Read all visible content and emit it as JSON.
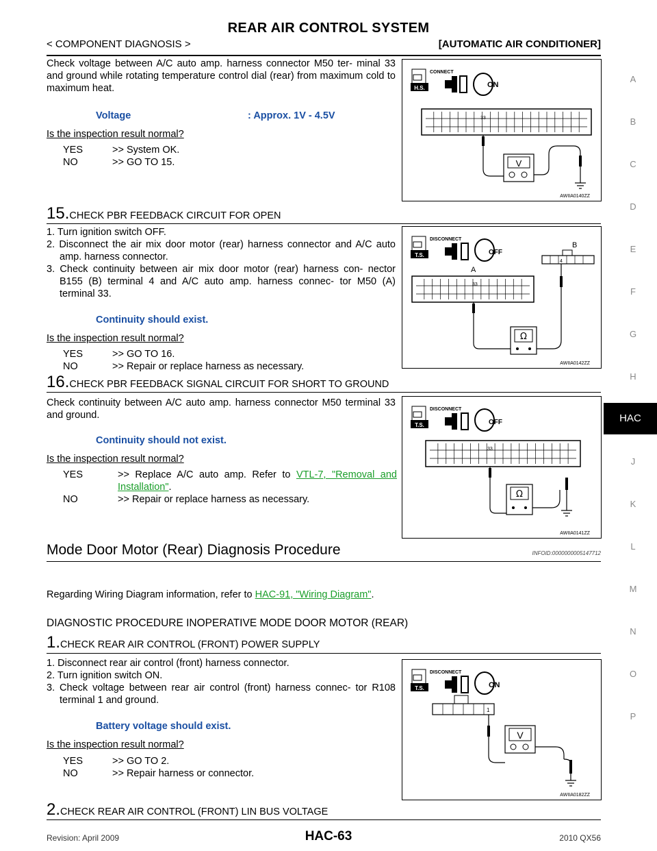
{
  "header": {
    "title": "REAR AIR CONTROL SYSTEM",
    "left": "< COMPONENT DIAGNOSIS >",
    "right": "[AUTOMATIC AIR CONDITIONER]"
  },
  "sidebar": {
    "letters": [
      "A",
      "B",
      "C",
      "D",
      "E",
      "F",
      "G",
      "H",
      "HAC",
      "J",
      "K",
      "L",
      "M",
      "N",
      "O",
      "P"
    ],
    "active": "HAC"
  },
  "block14": {
    "text": "Check voltage between A/C auto amp. harness connector M50 ter- minal 33 and ground while rotating temperature control dial (rear) from maximum cold to maximum heat.",
    "spec_label": "Voltage",
    "spec_value": ": Approx. 1V - 4.5V",
    "question": "Is the inspection result normal?",
    "yes": "YES",
    "yes_text": ">> System OK.",
    "no": "NO",
    "no_text": ">> GO TO 15.",
    "fig_code": "AWIIA0140ZZ",
    "fig_connect": "CONNECT",
    "fig_on": "ON",
    "fig_hs": "H.S.",
    "fig_terminal": "33",
    "fig_meter": "V"
  },
  "step15": {
    "num": "15.",
    "title": "CHECK PBR FEEDBACK CIRCUIT FOR OPEN",
    "items": [
      "1. Turn ignition switch OFF.",
      "2. Disconnect the air mix door motor (rear) harness connector and A/C auto amp. harness connector.",
      "3. Check continuity between air mix door motor (rear) harness con- nector B155 (B) terminal 4 and A/C auto amp. harness connec- tor M50 (A) terminal 33."
    ],
    "spec": "Continuity should exist.",
    "question": "Is the inspection result normal?",
    "yes": "YES",
    "yes_text": ">> GO TO 16.",
    "no": "NO",
    "no_text": ">> Repair or replace harness as necessary.",
    "fig_code": "AWIIA0142ZZ",
    "fig_disconnect": "DISCONNECT",
    "fig_off": "OFF",
    "fig_ts": "T.S.",
    "fig_a": "A",
    "fig_b": "B",
    "fig_t33": "33",
    "fig_t4": "4",
    "fig_meter": "Ω"
  },
  "step16": {
    "num": "16.",
    "title": "CHECK PBR FEEDBACK SIGNAL CIRCUIT FOR SHORT TO GROUND",
    "text": "Check continuity between A/C auto amp. harness connector M50 terminal 33 and ground.",
    "spec": "Continuity should not exist.",
    "question": "Is the inspection result normal?",
    "yes": "YES",
    "yes_text_pre": ">> Replace A/C auto amp. Refer to ",
    "yes_link": "VTL-7, \"Removal and Installation\"",
    "yes_text_post": ".",
    "no": "NO",
    "no_text": ">> Repair or replace harness as necessary.",
    "fig_code": "AWIIA0141ZZ",
    "fig_disconnect": "DISCONNECT",
    "fig_off": "OFF",
    "fig_ts": "T.S.",
    "fig_t33": "33",
    "fig_meter": "Ω"
  },
  "section": {
    "title": "Mode Door Motor (Rear) Diagnosis Procedure",
    "infoid": "INFOID:0000000005147712",
    "wiring_pre": "Regarding Wiring Diagram information, refer to ",
    "wiring_link": "HAC-91, \"Wiring Diagram\"",
    "wiring_post": ".",
    "subheading": "DIAGNOSTIC PROCEDURE INOPERATIVE MODE DOOR MOTOR (REAR)"
  },
  "step1": {
    "num": "1.",
    "title": "CHECK REAR AIR CONTROL (FRONT) POWER SUPPLY",
    "items": [
      "1. Disconnect rear air control (front) harness connector.",
      "2. Turn ignition switch ON.",
      "3. Check voltage between rear air control (front) harness connec- tor R108 terminal 1 and ground."
    ],
    "spec": "Battery voltage should exist.",
    "question": "Is the inspection result normal?",
    "yes": "YES",
    "yes_text": ">> GO TO 2.",
    "no": "NO",
    "no_text": ">> Repair harness or connector.",
    "fig_code": "AWIIA0182ZZ",
    "fig_disconnect": "DISCONNECT",
    "fig_on": "ON",
    "fig_ts": "T.S.",
    "fig_t1": "1",
    "fig_meter": "V"
  },
  "step2": {
    "num": "2.",
    "title": "CHECK REAR AIR CONTROL (FRONT) LIN BUS VOLTAGE"
  },
  "footer": {
    "revision": "Revision: April 2009",
    "page": "HAC-63",
    "model": "2010 QX56"
  }
}
